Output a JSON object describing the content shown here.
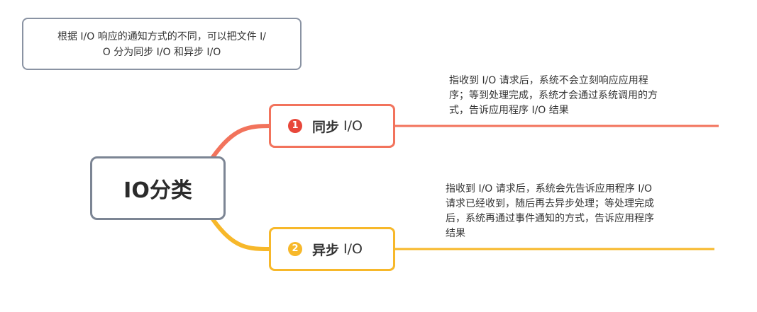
{
  "note": {
    "line1": "根据 I/O 响应的通知方式的不同，可以把文件 I/",
    "line2": "O 分为同步 I/O 和异步 I/O"
  },
  "root": {
    "label": "IO分类"
  },
  "branches": [
    {
      "badge": "1",
      "label_main": "同步",
      "label_suffix": " I/O",
      "color": "#f2735c",
      "description_lines": [
        "指收到 I/O 请求后，系统不会立刻响应应用程",
        "序；等到处理完成，系统才会通过系统调用的方",
        "式，告诉应用程序 I/O 结果"
      ]
    },
    {
      "badge": "2",
      "label_main": "异步",
      "label_suffix": " I/O",
      "color": "#f7b82a",
      "description_lines": [
        "指收到 I/O 请求后，系统会先告诉应用程序 I/O",
        "请求已经收到，随后再去异步处理；等处理完成",
        "后，系统再通过事件通知的方式，告诉应用程序",
        "结果"
      ]
    }
  ]
}
